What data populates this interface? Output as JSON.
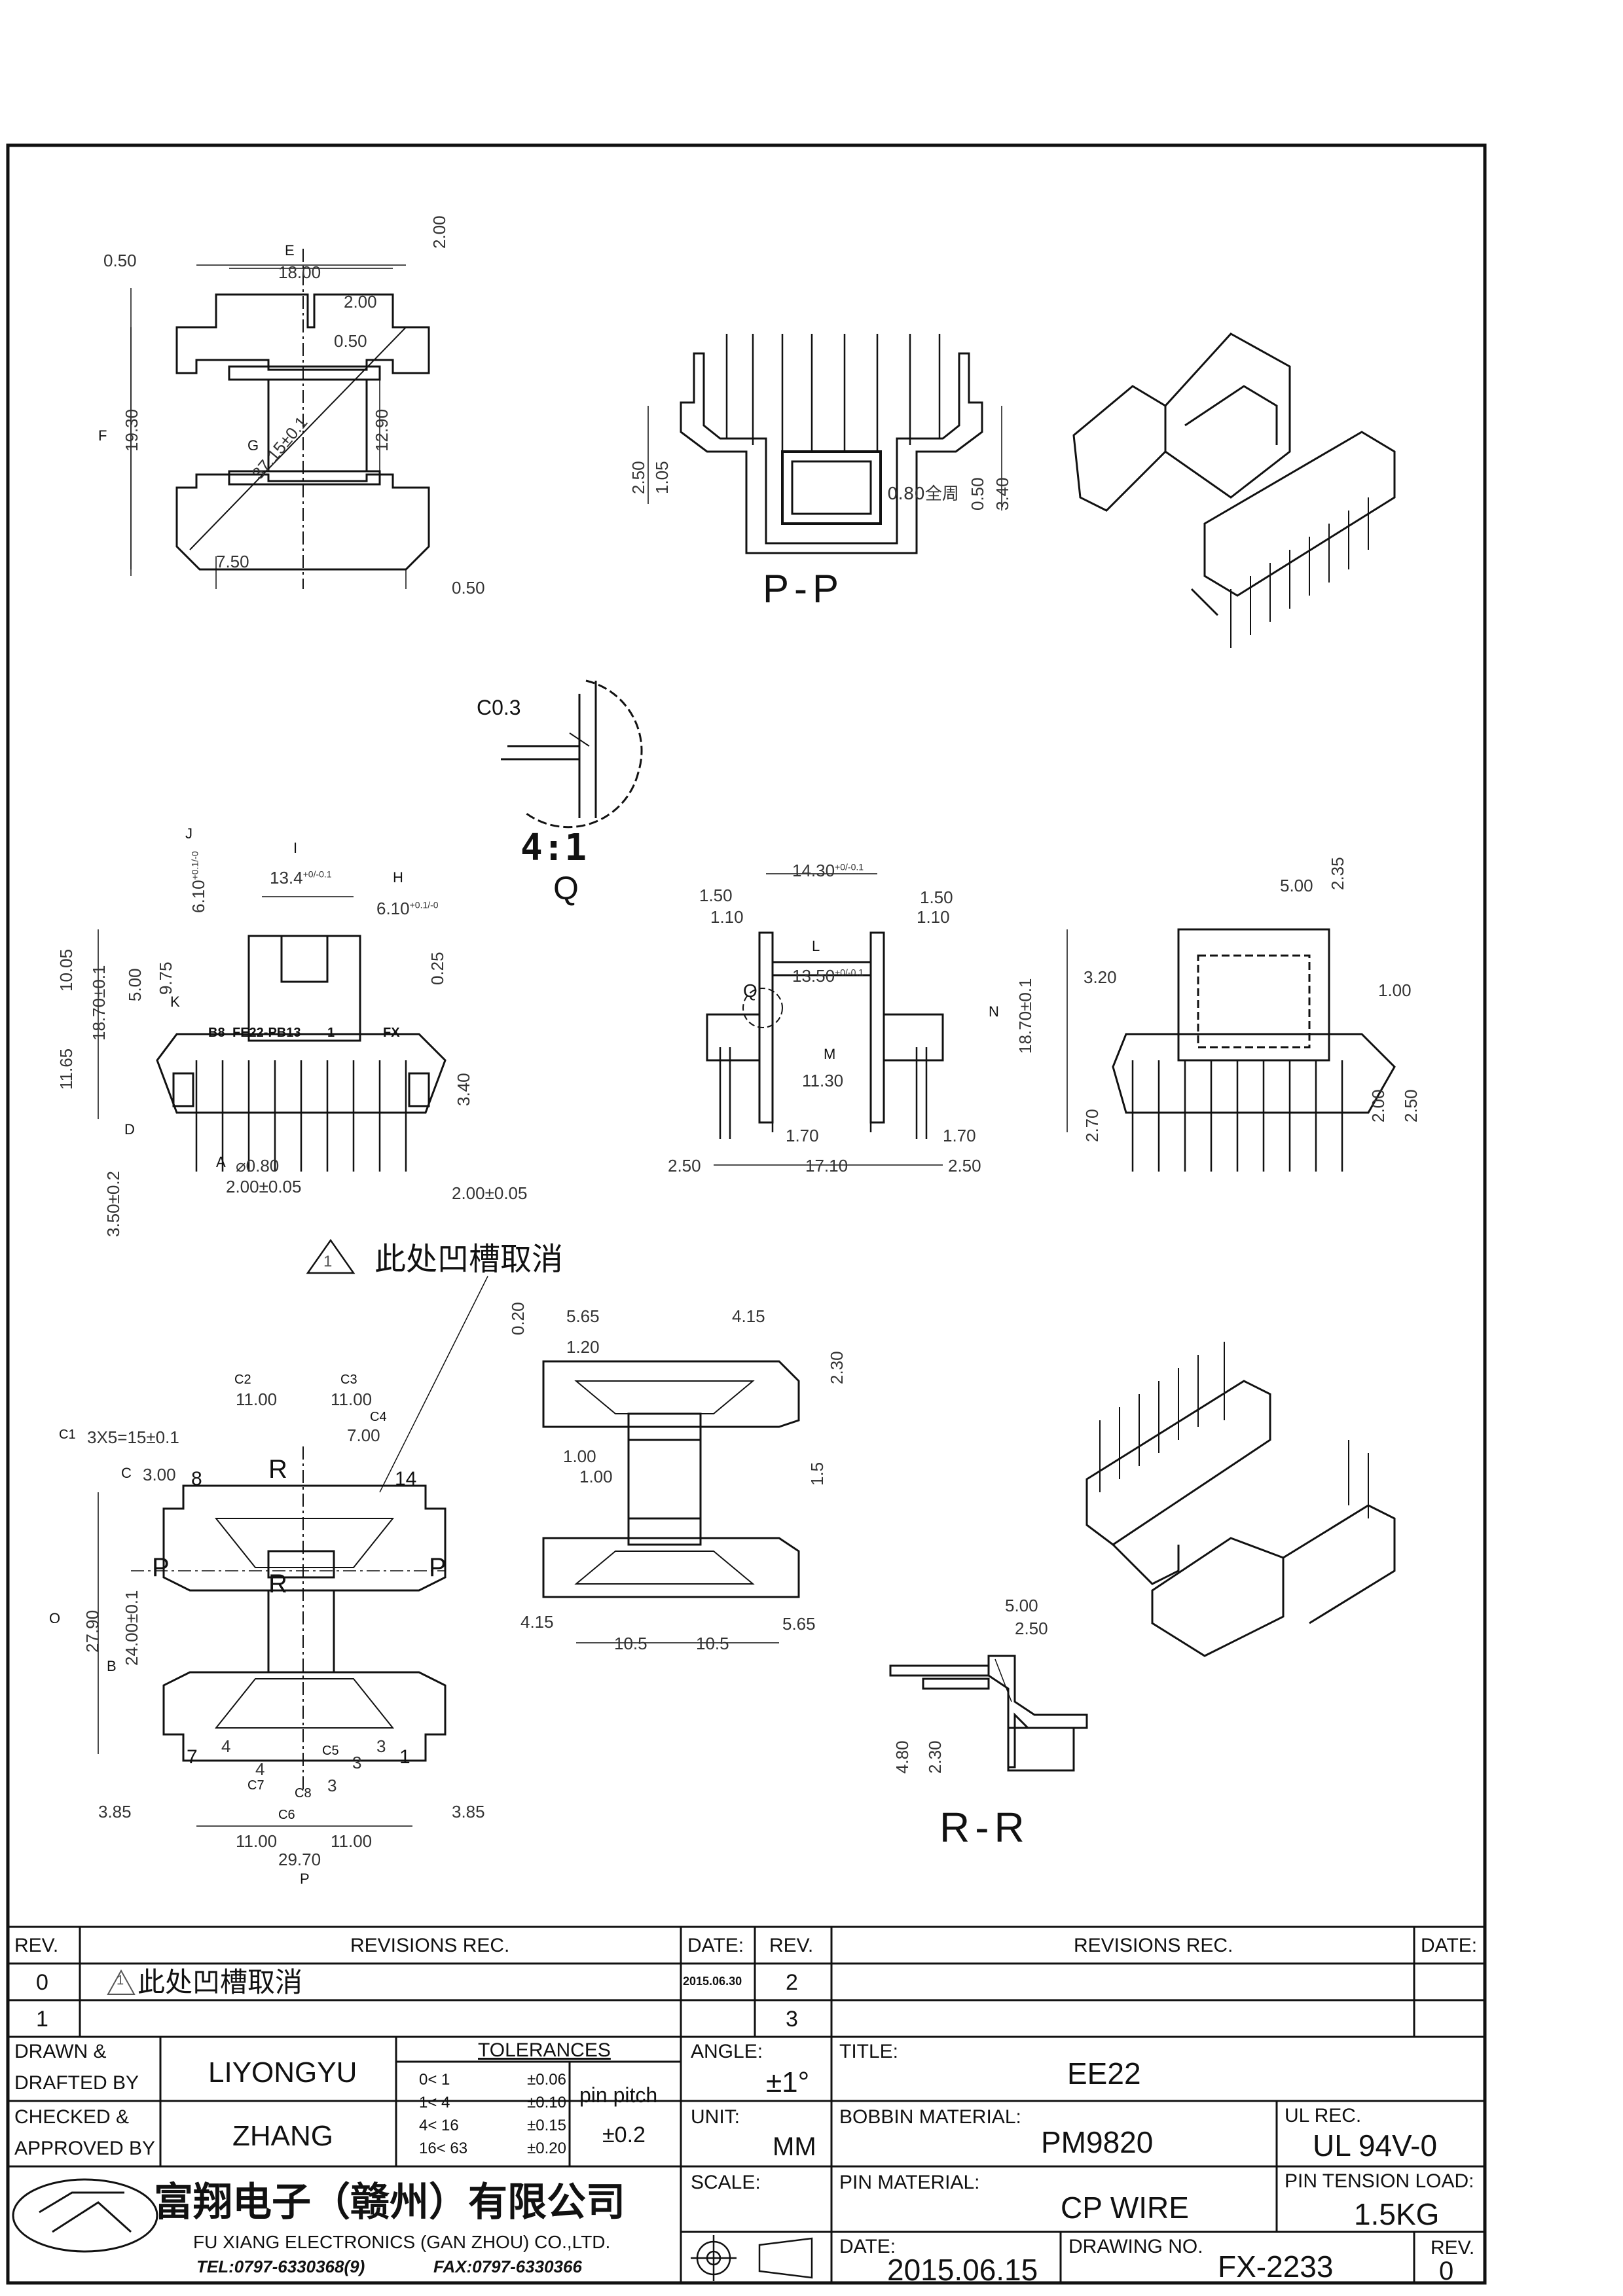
{
  "callouts": {
    "a": "A",
    "b": "B",
    "c": "C",
    "d": "D",
    "e": "E",
    "f": "F",
    "g": "G",
    "h": "H",
    "i": "I",
    "j": "J",
    "k": "K",
    "l": "L",
    "m": "M",
    "n": "N",
    "o": "O",
    "p": "P",
    "c1": "C1",
    "c2": "C2",
    "c3": "C3",
    "c4": "C4",
    "c5": "C5",
    "c6": "C6",
    "c7": "C7",
    "c8": "C8"
  },
  "view_top": {
    "d_050a": "0.50",
    "d_1800": "18.00",
    "d_200a": "2.00",
    "d_200b": "2.00",
    "d_050b": "0.50",
    "d_1930": "19.30",
    "d_3715": "37.15±0.1",
    "d_1290": "12.90",
    "d_750": "7.50",
    "d_050c": "0.50"
  },
  "view_pp": {
    "d_250": "2.50",
    "d_105": "1.05",
    "d_080": "0.80全周",
    "d_050": "0.50",
    "d_340": "3.40",
    "label": "P-P"
  },
  "detail_q": {
    "c03": "C0.3",
    "scale": "4:1",
    "label": "Q"
  },
  "view_front": {
    "d_610a": "6.10",
    "d_610a_tol": "+0.1/-0",
    "d_134": "13.4",
    "d_134_tol": "+0/-0.1",
    "d_610b": "6.10",
    "d_610b_tol": "+0.1/-0",
    "d_1005": "10.05",
    "d_1870": "18.70±0.1",
    "d_500": "5.00",
    "d_975": "9.75",
    "d_025": "0.25",
    "d_1165": "11.65",
    "d_340": "3.40",
    "marking_a": "B8",
    "marking_b": "FE22-PB13",
    "marking_c": "1",
    "marking_d": "FX",
    "d_080": "⌀0.80",
    "d_200a": "2.00±0.05",
    "d_200b": "2.00±0.05",
    "d_350": "3.50±0.2"
  },
  "view_side": {
    "d_1430": "14.30",
    "d_1430_tol": "+0/-0.1",
    "d_150a": "1.50",
    "d_110a": "1.10",
    "d_150b": "1.50",
    "d_110b": "1.10",
    "d_1350": "13.50",
    "d_1350_tol": "+0/-0.1",
    "q": "Q",
    "d_1130": "11.30",
    "d_170a": "1.70",
    "d_170b": "1.70",
    "d_250a": "2.50",
    "d_1710": "17.10",
    "d_250b": "2.50"
  },
  "view_right": {
    "d_500": "5.00",
    "d_235": "2.35",
    "d_320": "3.20",
    "d_1870": "18.70±0.1",
    "d_100": "1.00",
    "d_270": "2.70",
    "d_200": "2.00",
    "d_250": "2.50"
  },
  "note_1": {
    "mark": "1",
    "text": "此处凹槽取消"
  },
  "view_bottom": {
    "d_1100a": "11.00",
    "d_1100b": "11.00",
    "d_700": "7.00",
    "d_3x5": "3X5=15±0.1",
    "d_300": "3.00",
    "r_top": "R",
    "pin8": "8",
    "pin14": "14",
    "p_left": "P",
    "p_right": "P",
    "r_mid": "R",
    "d_2790": "27.90",
    "d_2400": "24.00±0.1",
    "pin7": "7",
    "pin1": "1",
    "d_4a": "4",
    "d_4b": "4",
    "d_3a": "3",
    "d_3b": "3",
    "d_3c": "3",
    "d_385a": "3.85",
    "d_385b": "3.85",
    "d_1100c": "11.00",
    "d_1100d": "11.00",
    "d_2970": "29.70"
  },
  "view_mid": {
    "d_020": "0.20",
    "d_565a": "5.65",
    "d_415a": "4.15",
    "d_120": "1.20",
    "d_230": "2.30",
    "d_100a": "1.00",
    "d_100b": "1.00",
    "d_15": "1.5",
    "d_415b": "4.15",
    "d_565b": "5.65",
    "d_105a": "10.5",
    "d_105b": "10.5"
  },
  "view_rr": {
    "d_500": "5.00",
    "d_250": "2.50",
    "d_480": "4.80",
    "d_230": "2.30",
    "label": "R-R"
  },
  "title_block": {
    "rev_h": "REV.",
    "revrec_h": "REVISIONS  REC.",
    "date_h": "DATE:",
    "rev_h2": "REV.",
    "revrec_h2": "REVISIONS  REC.",
    "date_h2": "DATE:",
    "row0_rev": "0",
    "row0_mark": "1",
    "row0_text": "此处凹槽取消",
    "row0_date": "2015.06.30",
    "row0_rev2": "2",
    "row1_rev": "1",
    "row1_rev2": "3",
    "drawn_l": "DRAWN &",
    "drafted_l": "DRAFTED BY",
    "drawn_v": "LIYONGYU",
    "checked_l": "CHECKED &",
    "approved_l": "APPROVED BY",
    "checked_v": "ZHANG",
    "tol_h": "TOLERANCES",
    "tol": [
      {
        "range": "0<   1",
        "val": "±0.06"
      },
      {
        "range": "1<   4",
        "val": "±0.10"
      },
      {
        "range": "4<  16",
        "val": "±0.15"
      },
      {
        "range": "16<  63",
        "val": "±0.20"
      }
    ],
    "pitch_l": "pin pitch",
    "pitch_v": "±0.2",
    "angle_l": "ANGLE:",
    "angle_v": "±1°",
    "unit_l": "UNIT:",
    "unit_v": "MM",
    "scale_l": "SCALE:",
    "title_l": "TITLE:",
    "title_v": "EE22",
    "bobbin_l": "BOBBIN MATERIAL:",
    "bobbin_v": "PM9820",
    "ul_l": "UL REC.",
    "ul_v": "UL 94V-0",
    "pinmat_l": "PIN MATERIAL:",
    "pinmat_v": "CP WIRE",
    "tension_l": "PIN TENSION LOAD:",
    "tension_v": "1.5KG",
    "date_l": "DATE:",
    "date_v": "2015.06.15",
    "dwg_l": "DRAWING NO.",
    "dwg_v": "FX-2233",
    "rev_l": "REV.",
    "rev_v": "0",
    "company_cn": "富翔电子（赣州）有限公司",
    "company_en": "FU XIANG ELECTRONICS (GAN ZHOU) CO.,LTD.",
    "tel": "TEL:0797-6330368(9)",
    "fax": "FAX:0797-6330366"
  }
}
